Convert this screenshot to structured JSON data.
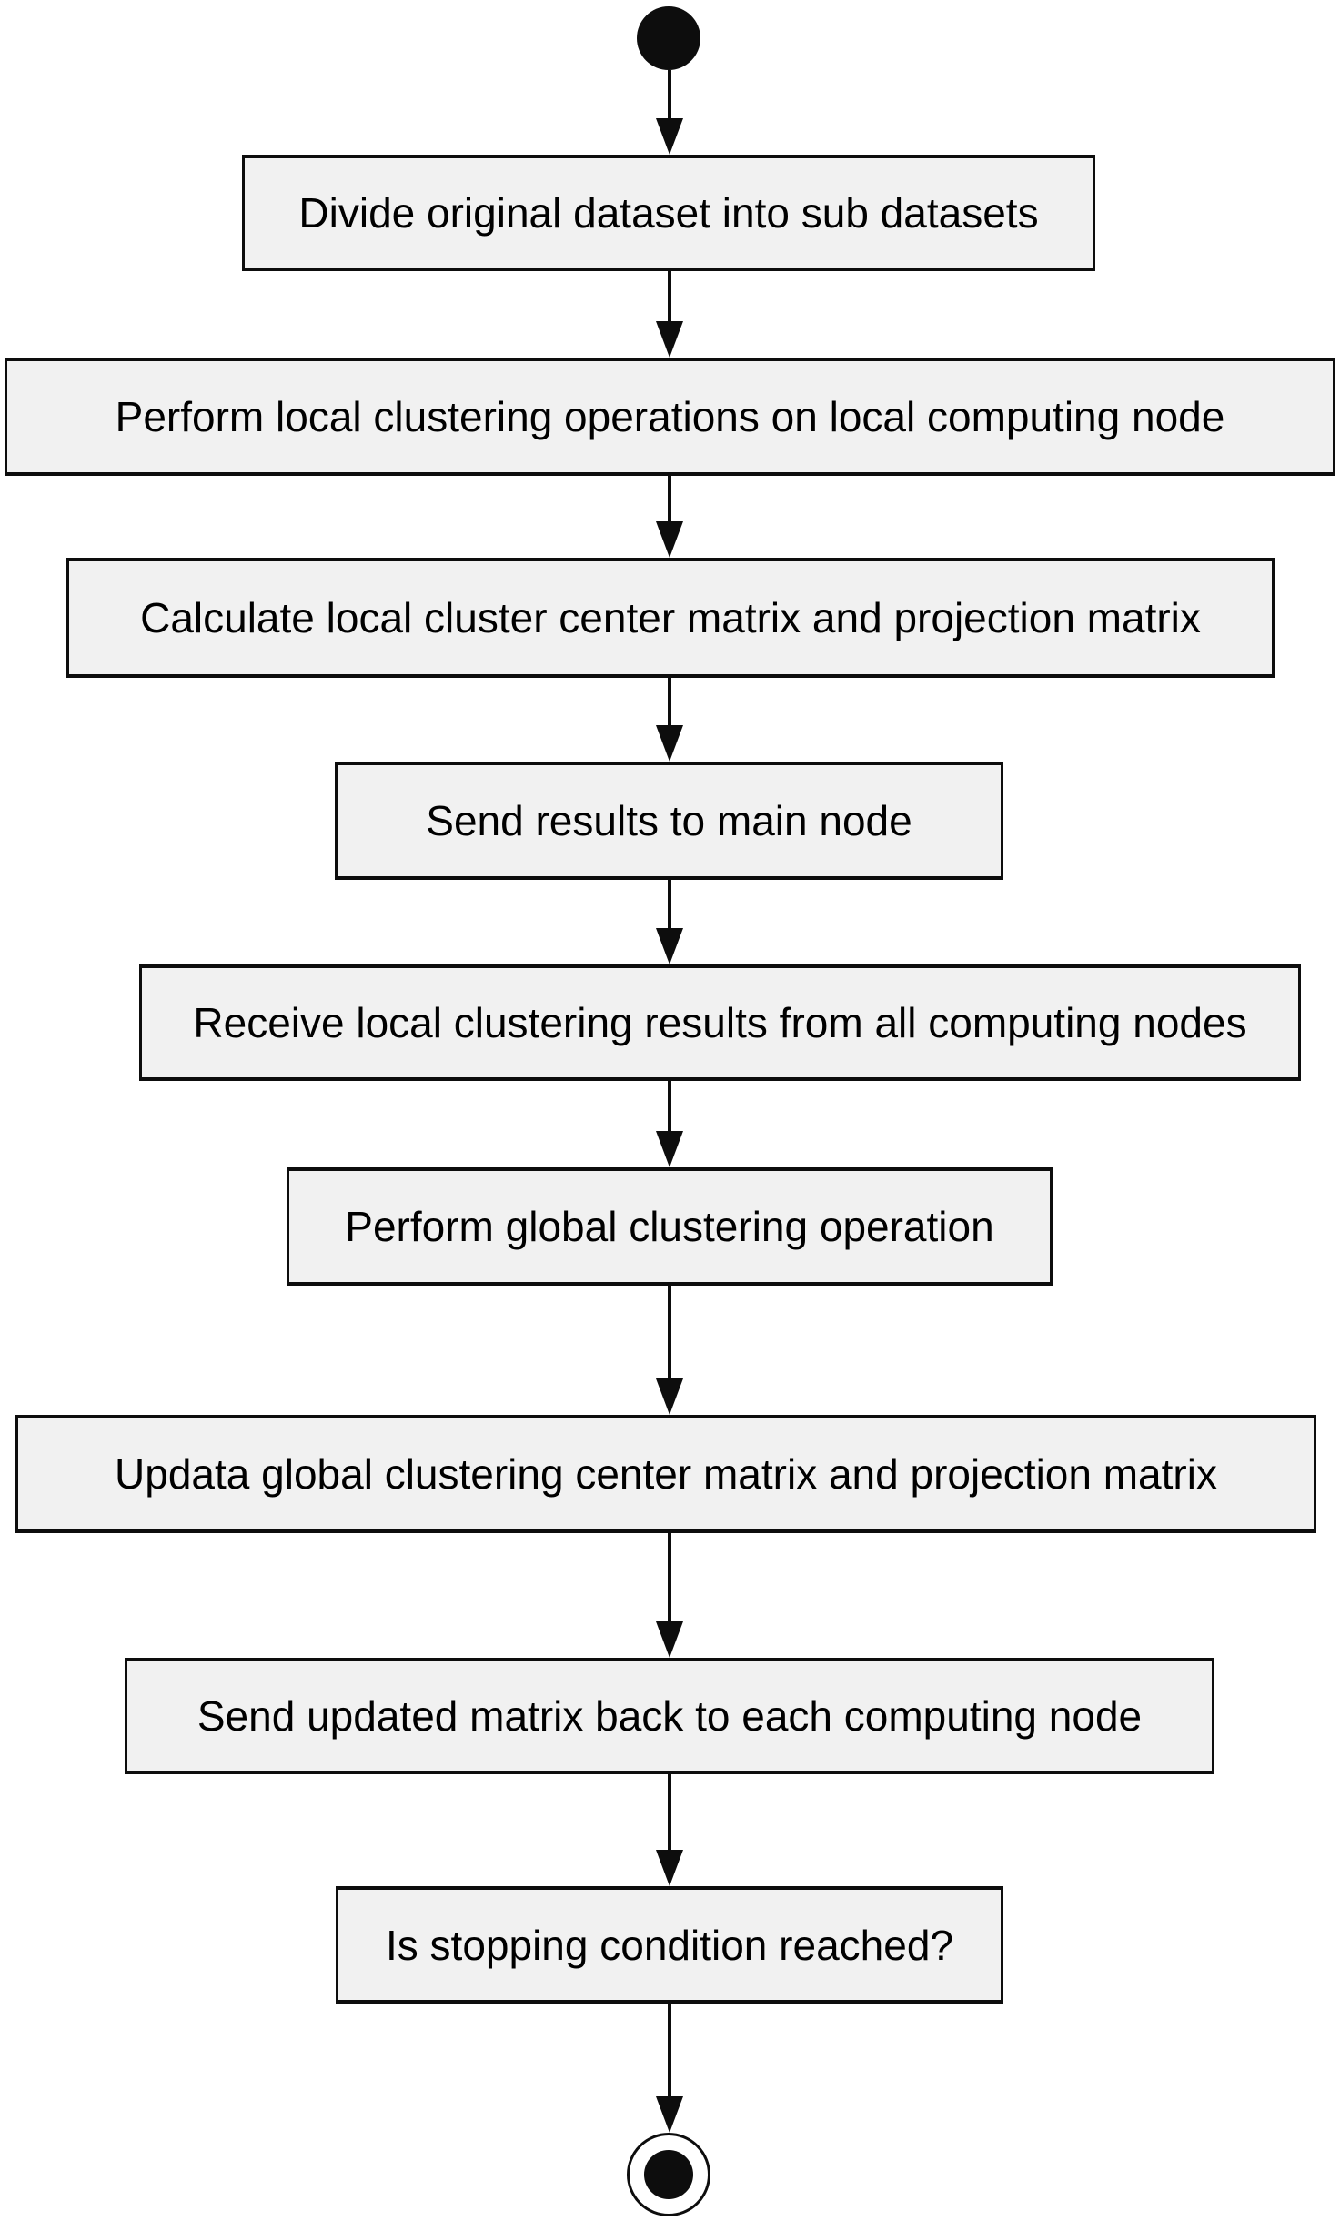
{
  "flowchart": {
    "type": "activity-diagram",
    "start_node": "initial-state",
    "end_node": "final-state",
    "steps": [
      {
        "id": "divide-dataset",
        "label": "Divide original dataset into sub datasets"
      },
      {
        "id": "local-clustering",
        "label": "Perform local clustering operations on local computing node"
      },
      {
        "id": "calc-local-matrices",
        "label": "Calculate local cluster center matrix and projection matrix"
      },
      {
        "id": "send-results",
        "label": "Send results to main node"
      },
      {
        "id": "receive-results",
        "label": "Receive local clustering results from all computing nodes"
      },
      {
        "id": "global-clustering",
        "label": "Perform global clustering operation"
      },
      {
        "id": "update-global-matrices",
        "label": "Updata global clustering center matrix and projection matrix"
      },
      {
        "id": "send-updated-matrix",
        "label": "Send updated matrix back to each computing node"
      },
      {
        "id": "stopping-condition",
        "label": "Is stopping condition reached?"
      }
    ],
    "connections": [
      "start -> divide-dataset",
      "divide-dataset -> local-clustering",
      "local-clustering -> calc-local-matrices",
      "calc-local-matrices -> send-results",
      "send-results -> receive-results",
      "receive-results -> global-clustering",
      "global-clustering -> update-global-matrices",
      "update-global-matrices -> send-updated-matrix",
      "send-updated-matrix -> stopping-condition",
      "stopping-condition -> end"
    ],
    "colors": {
      "background": "#ffffff",
      "box_fill": "#f1f1f1",
      "box_border": "#0d0d0d",
      "arrow": "#0d0d0d",
      "text": "#000000"
    }
  }
}
